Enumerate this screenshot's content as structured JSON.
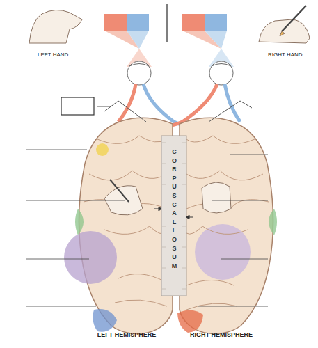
{
  "diagram": {
    "nodes": [
      {
        "text": [
          "CORPUS CALLOSUM"
        ]
      }
    ],
    "labels": [
      "LEFT HAND",
      "RIGHT HAND",
      "LEFT HEMISPHERE",
      "RIGHT HEMISPHERE"
    ]
  }
}
